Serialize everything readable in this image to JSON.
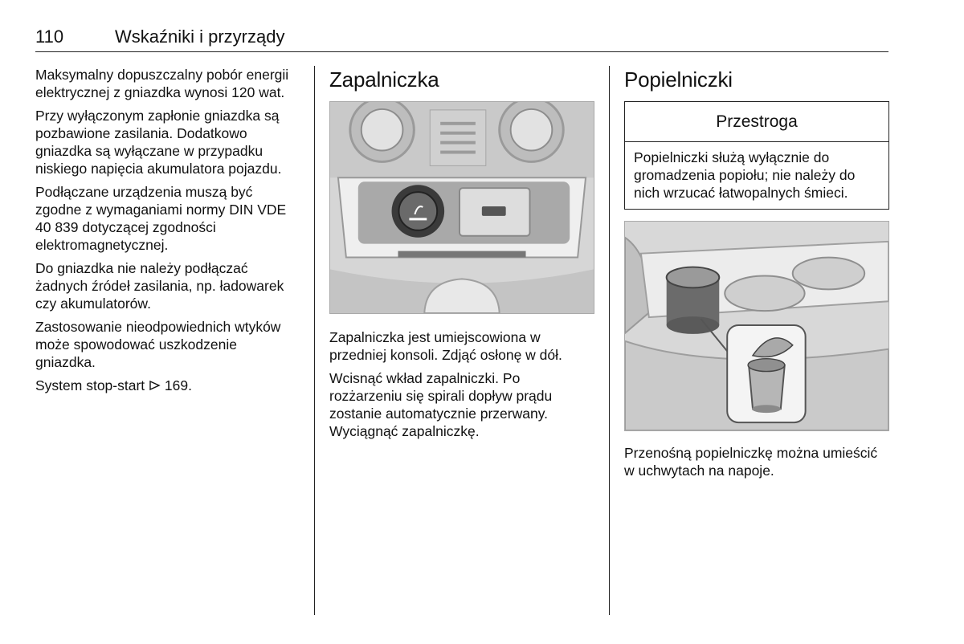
{
  "header": {
    "page_number": "110",
    "title": "Wskaźniki i przyrządy"
  },
  "column1": {
    "p1": "Maksymalny dopuszczalny pobór energii elektrycznej z gniazdka wynosi 120 wat.",
    "p2": "Przy wyłączonym zapłonie gniazdka są pozbawione zasilania. Dodatkowo gniazdka są wyłączane w przypadku niskiego napięcia akumulatora pojazdu.",
    "p3": "Podłączane urządzenia muszą być zgodne z wymaganiami normy DIN VDE 40 839 dotyczącej zgodności elektromagnetycznej.",
    "p4": "Do gniazdka nie należy podłączać żadnych źródeł zasilania, np. ładowarek czy akumulatorów.",
    "p5": "Zastosowanie nieodpowiednich wtyków może spowodować uszkodzenie gniazdka.",
    "p6_text": "System stop-start",
    "p6_ref": "169."
  },
  "column2": {
    "heading": "Zapalniczka",
    "figure_icon": "lighter-console-illustration",
    "p1": "Zapalniczka jest umiejscowiona w przedniej konsoli. Zdjąć osłonę w dół.",
    "p2": "Wcisnąć wkład zapalniczki. Po rozżarzeniu się spirali dopływ prądu zostanie automatycznie przerwany. Wyciągnąć zapalniczkę."
  },
  "column3": {
    "heading": "Popielniczki",
    "caution_title": "Przestroga",
    "caution_text": "Popielniczki służą wyłącznie do gromadzenia popiołu; nie należy do nich wrzucać łatwopalnych śmieci.",
    "figure_icon": "ashtray-cupholder-illustration",
    "p1": "Przenośną popielniczkę można umieścić w uchwytach na napoje."
  }
}
